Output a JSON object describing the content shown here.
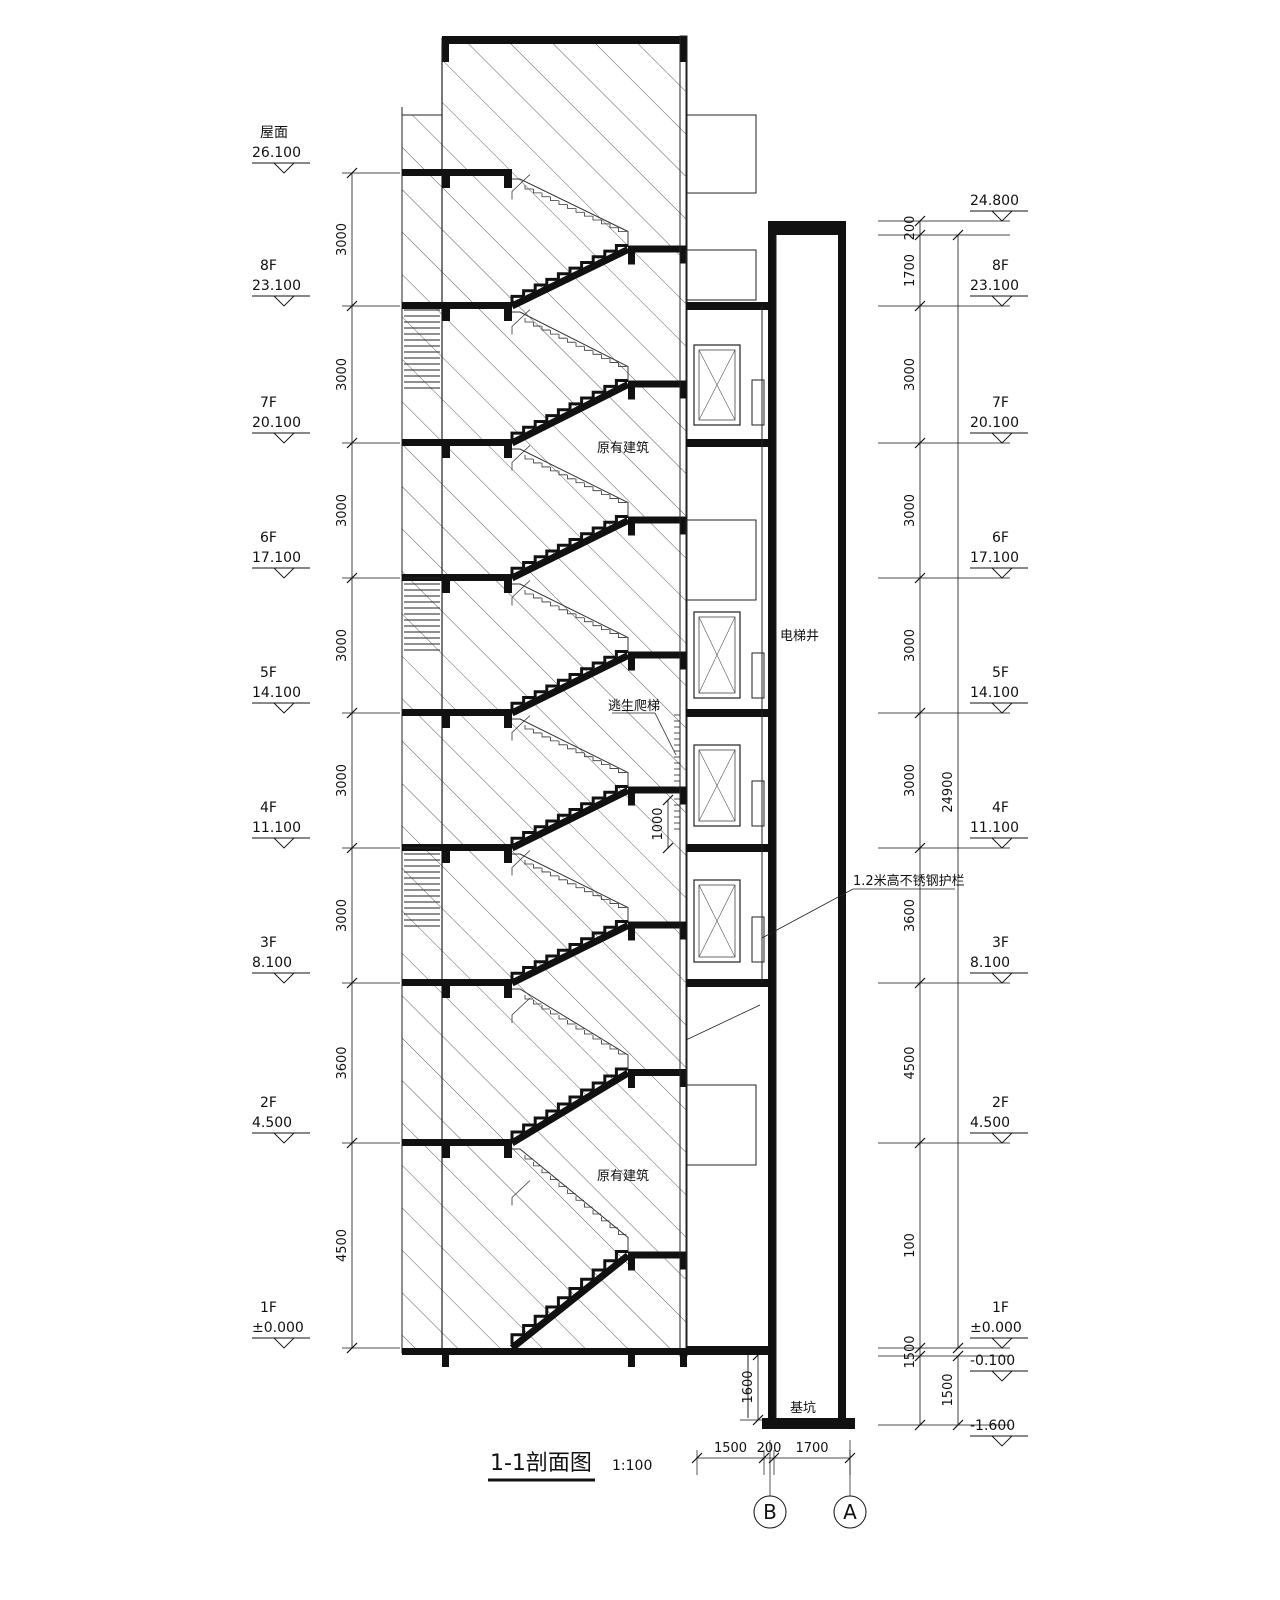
{
  "levels_left": [
    {
      "name": "屋面",
      "value": "26.100"
    },
    {
      "name": "8F",
      "value": "23.100"
    },
    {
      "name": "7F",
      "value": "20.100"
    },
    {
      "name": "6F",
      "value": "17.100"
    },
    {
      "name": "5F",
      "value": "14.100"
    },
    {
      "name": "4F",
      "value": "11.100"
    },
    {
      "name": "3F",
      "value": "8.100"
    },
    {
      "name": "2F",
      "value": "4.500"
    },
    {
      "name": "1F",
      "value": "±0.000"
    }
  ],
  "left_dims": [
    "3000",
    "3000",
    "3000",
    "3000",
    "3000",
    "3000",
    "3600",
    "4500"
  ],
  "levels_right": [
    {
      "name": "",
      "value": "24.800"
    },
    {
      "name": "8F",
      "value": "23.100"
    },
    {
      "name": "7F",
      "value": "20.100"
    },
    {
      "name": "6F",
      "value": "17.100"
    },
    {
      "name": "5F",
      "value": "14.100"
    },
    {
      "name": "4F",
      "value": "11.100"
    },
    {
      "name": "3F",
      "value": "8.100"
    },
    {
      "name": "2F",
      "value": "4.500"
    },
    {
      "name": "1F",
      "value": "±0.000"
    },
    {
      "name": "",
      "value": "-0.100"
    },
    {
      "name": "",
      "value": "-1.600"
    }
  ],
  "right_dims_inner": [
    "200",
    "1700",
    "3000",
    "3000",
    "3000",
    "3000",
    "3600",
    "4500",
    "100",
    "1500"
  ],
  "right_dims_mid": [
    "1500"
  ],
  "right_dim_total": "24900",
  "pit_dim": "1600",
  "stair_dim": "1000",
  "bottom_dims": [
    "1500",
    "200",
    "1700"
  ],
  "axes": [
    "B",
    "A"
  ],
  "labels": {
    "elevator_shaft": "电梯井",
    "existing_upper": "原有建筑",
    "existing_lower": "原有建筑",
    "escape_ladder": "逃生爬梯",
    "railing": "1.2米高不锈钢护栏",
    "pit": "基坑"
  },
  "title": {
    "main": "1-1剖面图",
    "scale": "1:100"
  }
}
